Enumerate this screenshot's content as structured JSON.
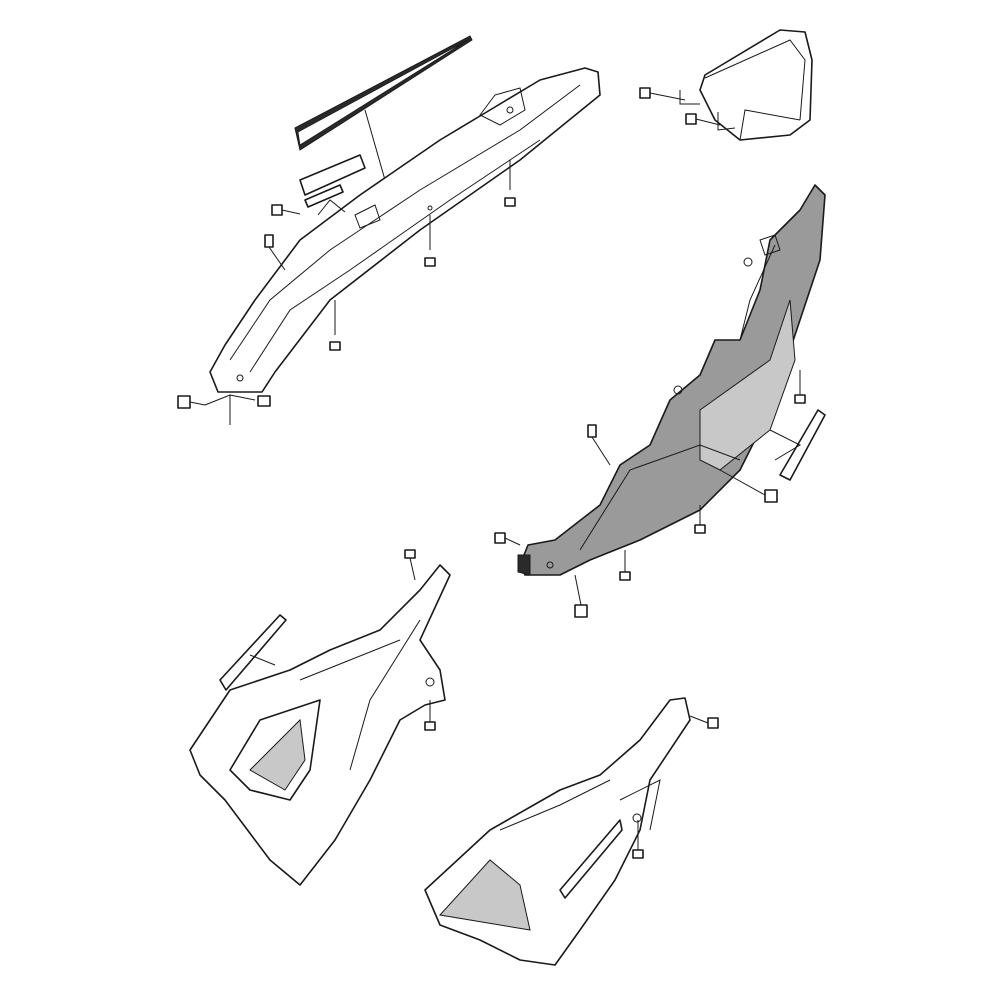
{
  "diagram": {
    "type": "exploded parts view",
    "colors": {
      "line": "#1a1a1a",
      "highlight_part": "#9a9a9a",
      "background": "#ffffff"
    },
    "parts": [
      "rear-tail-cowl",
      "seat-cowl-cover",
      "side-cover-highlighted",
      "lower-left-side-panel",
      "lower-right-side-panel"
    ]
  }
}
